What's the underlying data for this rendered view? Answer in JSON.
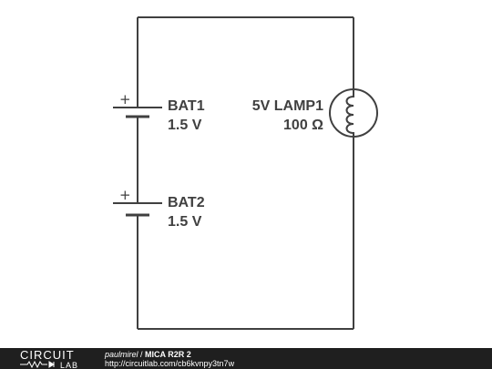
{
  "components": {
    "bat1": {
      "name": "BAT1",
      "value": "1.5 V",
      "polarity": "+"
    },
    "bat2": {
      "name": "BAT2",
      "value": "1.5 V",
      "polarity": "+"
    },
    "lamp1": {
      "name": "5V LAMP1",
      "value": "100 Ω"
    }
  },
  "footer": {
    "logo_top": "CIRCUIT",
    "logo_bottom": "LAB",
    "author": "paulmirel",
    "separator": " / ",
    "title": "MICA R2R 2",
    "url": "http://circuitlab.com/cb6kvnpy3tn7w"
  },
  "colors": {
    "wire": "#404040",
    "footer_bg": "#1f1f1f",
    "footer_text": "#ffffff"
  }
}
